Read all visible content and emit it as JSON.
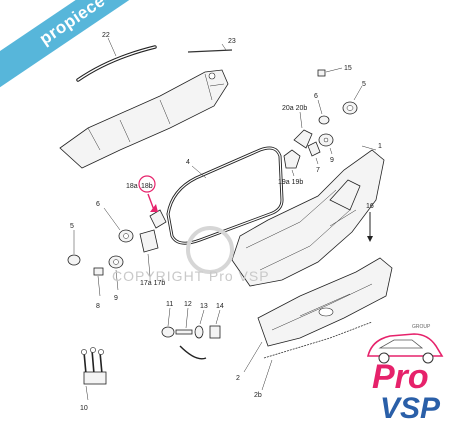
{
  "watermark": {
    "banner_text": "propiece-vsp.com",
    "copyright_text": "COPYRIGHT Pro VSP"
  },
  "logo": {
    "group_text": "GROUP",
    "pro_text": "Pro",
    "vsp_text": "VSP",
    "pink": "#e6226b",
    "blue": "#2a5fa8"
  },
  "highlight_color": "#e6226b",
  "banner_color": "#4fb3d9",
  "callouts": {
    "c1": "1",
    "c2": "2",
    "c2b": "2b",
    "c4": "4",
    "c5a": "5",
    "c5b": "5",
    "c6a": "6",
    "c6b": "6",
    "c7": "7",
    "c8": "8",
    "c9a": "9",
    "c9b": "9",
    "c10": "10",
    "c11": "11",
    "c12": "12",
    "c13": "13",
    "c14": "14",
    "c15": "15",
    "c16": "16",
    "c17a17b": "17a  17b",
    "c18a": "18a",
    "c18b": "18b",
    "c19a19b": "19a  19b",
    "c20a20b": "20a  20b",
    "c22": "22",
    "c23": "23"
  }
}
